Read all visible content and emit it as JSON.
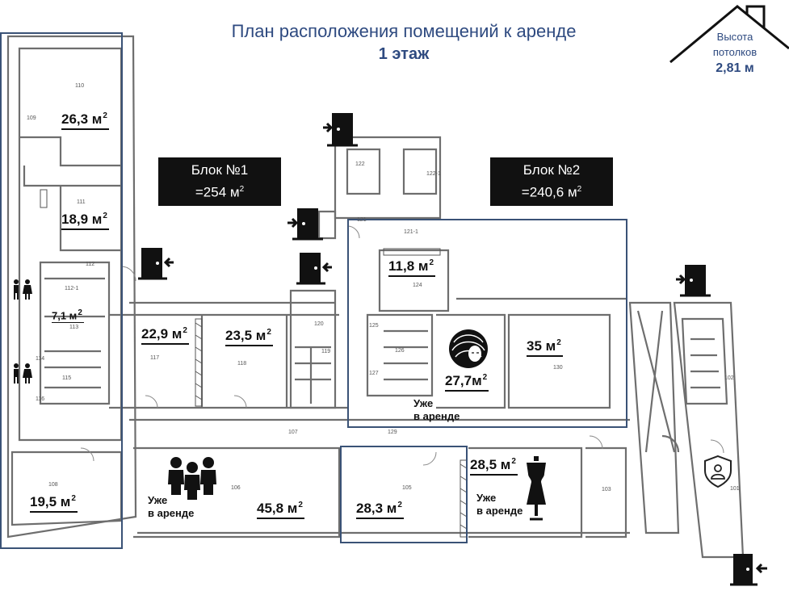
{
  "header": {
    "title": "План расположения помещений к аренде",
    "floor": "1 этаж"
  },
  "ceiling": {
    "label_line1": "Высота",
    "label_line2": "потолков",
    "value": "2,81 м"
  },
  "blocks": [
    {
      "name": "Блок №1",
      "area": "=254 м"
    },
    {
      "name": "Блок №2",
      "area": "=240,6 м"
    }
  ],
  "rooms": {
    "r110": {
      "area": "26,3 м"
    },
    "r111": {
      "area": "18,9 м"
    },
    "r113": {
      "area": "7,1 м"
    },
    "r108": {
      "area": "19,5 м"
    },
    "r117": {
      "area": "22,9 м"
    },
    "r118": {
      "area": "23,5 м"
    },
    "r124": {
      "area": "11,8 м"
    },
    "r_salon": {
      "area": "27,7м"
    },
    "r130": {
      "area": "35 м"
    },
    "r106": {
      "area": "45,8 м"
    },
    "r105": {
      "area": "28,3 м"
    },
    "r104": {
      "area": "28,5 м"
    }
  },
  "superscript": "2",
  "rented_label": {
    "line1": "Уже",
    "line2": "в аренде"
  },
  "room_numbers": [
    "109",
    "110",
    "111",
    "112",
    "112-1",
    "113",
    "114",
    "115",
    "116",
    "108",
    "117",
    "118",
    "120",
    "119",
    "107",
    "122",
    "122-1",
    "121",
    "121-1",
    "124",
    "125",
    "126",
    "127",
    "129",
    "130",
    "106",
    "105",
    "103",
    "102",
    "101"
  ],
  "colors": {
    "accent": "#2e4a80",
    "frame": "#3a5276",
    "wall": "#6e6e6e",
    "badge_bg": "#111111"
  }
}
